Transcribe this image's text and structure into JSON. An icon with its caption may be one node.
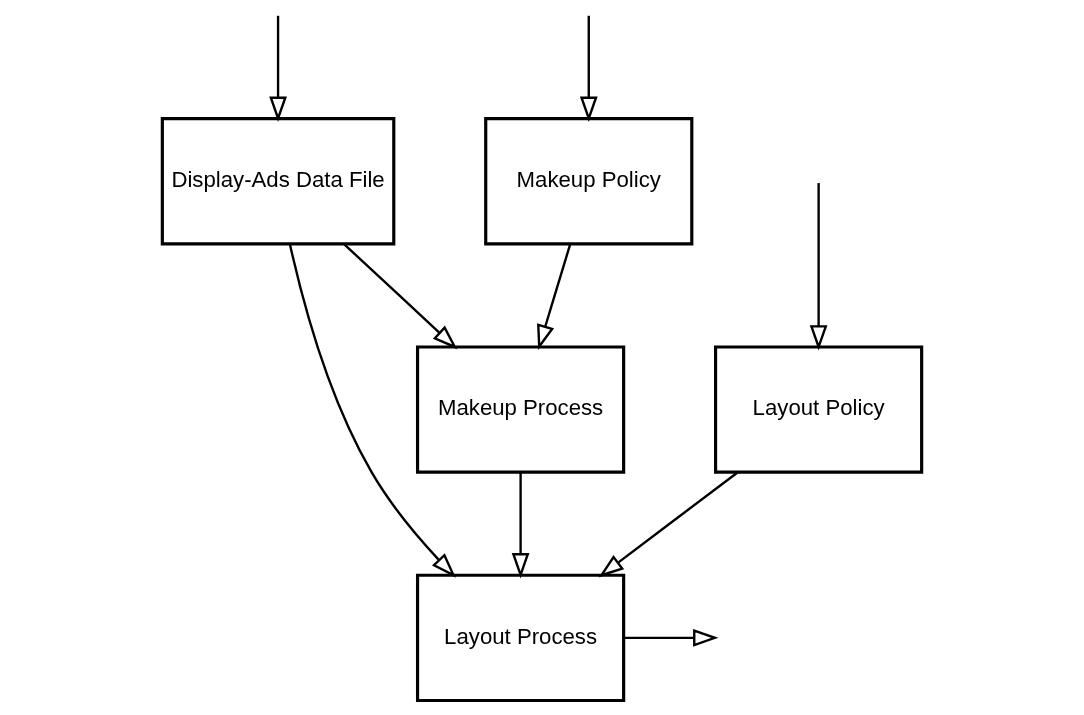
{
  "diagram": {
    "nodes": [
      {
        "text": [
          "Makeup Policy"
        ]
      },
      {
        "text": [
          "Display-Ads Data File"
        ]
      },
      {
        "text": [
          "Layout Policy"
        ]
      },
      {
        "text": [
          "Makeup Process"
        ]
      },
      {
        "text": [
          "Layout Process"
        ]
      }
    ],
    "edges": [
      {
        "from": null,
        "to": 0,
        "arrow": "to"
      },
      {
        "from": null,
        "to": 1,
        "arrow": "to"
      },
      {
        "from": null,
        "to": 2,
        "arrow": "to"
      },
      {
        "from": 0,
        "to": 3,
        "arrow": "to"
      },
      {
        "from": 1,
        "to": 3,
        "arrow": "to"
      },
      {
        "from": 1,
        "to": 4,
        "arrow": "to"
      },
      {
        "from": 2,
        "to": 4,
        "arrow": "to"
      },
      {
        "from": 3,
        "to": 4,
        "arrow": "to"
      },
      {
        "from": 4,
        "to": null,
        "arrow": "to"
      }
    ]
  }
}
